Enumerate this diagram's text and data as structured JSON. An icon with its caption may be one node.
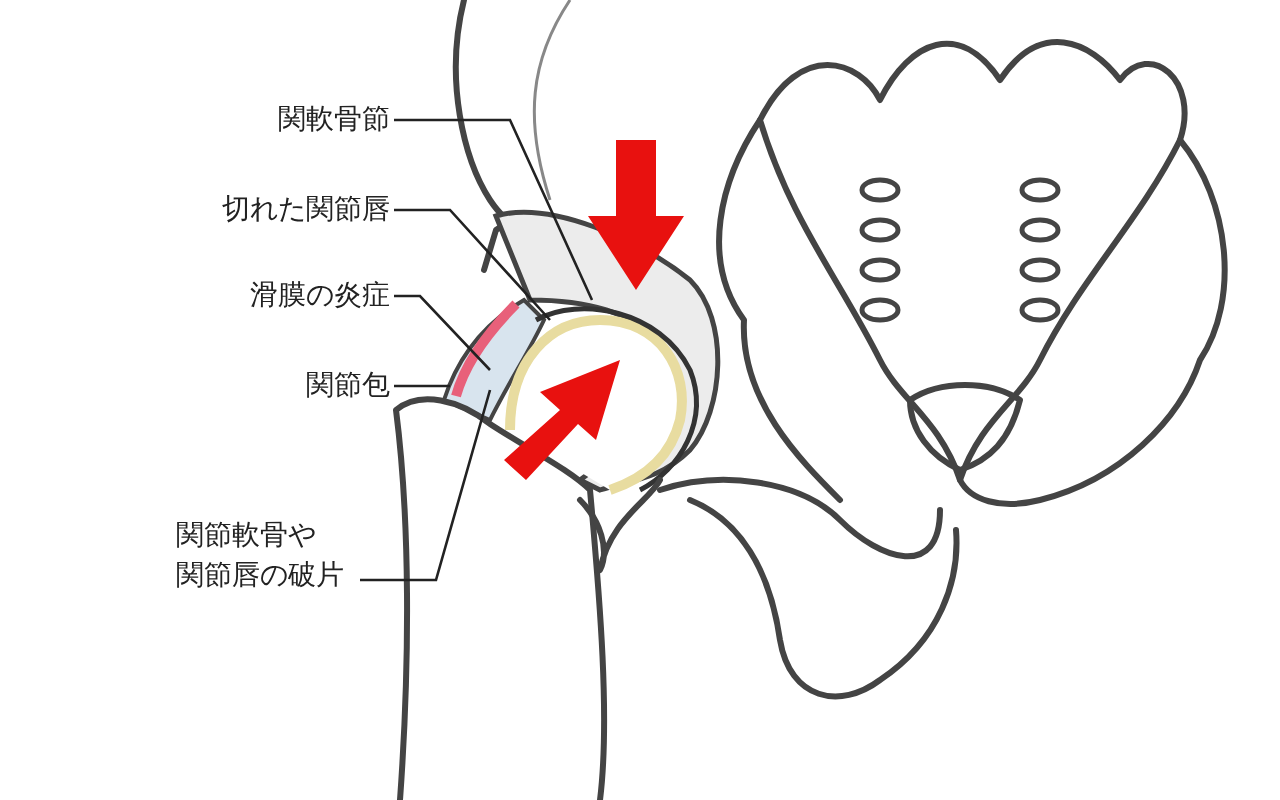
{
  "diagram": {
    "nodes": [
      {
        "text": [
          "関軟骨節"
        ]
      },
      {
        "text": [
          "切れた関節唇"
        ]
      },
      {
        "text": [
          "滑膜の炎症"
        ]
      },
      {
        "text": [
          "関節包"
        ]
      },
      {
        "text": [
          "関節軟骨や関節唇の破片"
        ]
      }
    ],
    "edges": [
      {
        "from": 0,
        "to": null,
        "arrow": "none"
      },
      {
        "from": 1,
        "to": null,
        "arrow": "none"
      },
      {
        "from": 2,
        "to": null,
        "arrow": "none"
      },
      {
        "from": 3,
        "to": null,
        "arrow": "none"
      },
      {
        "from": 4,
        "to": null,
        "arrow": "none"
      }
    ]
  }
}
